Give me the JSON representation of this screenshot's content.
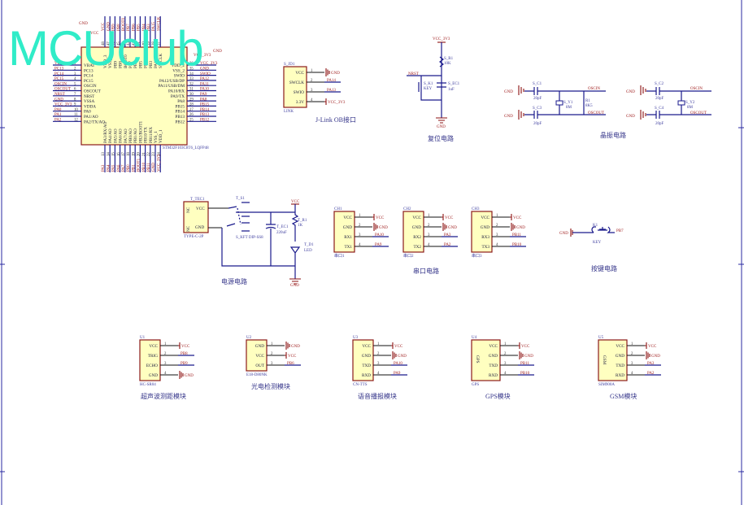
{
  "logo": "MCUclub",
  "mcu": {
    "part": "STM32F103C8T6_LQFP48",
    "left": [
      {
        "n": "1",
        "name": "VBAT",
        "net": "VBAT"
      },
      {
        "n": "2",
        "name": "PC13",
        "net": "PC13"
      },
      {
        "n": "3",
        "name": "PC14",
        "net": "PC14"
      },
      {
        "n": "4",
        "name": "PC15",
        "net": "PC15"
      },
      {
        "n": "5",
        "name": "OSCIN",
        "net": "OSCIN"
      },
      {
        "n": "6",
        "name": "OSCOUT",
        "net": "OSCOUT"
      },
      {
        "n": "7",
        "name": "NRST",
        "net": "NRST"
      },
      {
        "n": "8",
        "name": "VSSA",
        "net": "GND"
      },
      {
        "n": "9",
        "name": "VDDA",
        "net": "VCC_3V3"
      },
      {
        "n": "10",
        "name": "PA0",
        "net": "PA0"
      },
      {
        "n": "11",
        "name": "PA1/AO",
        "net": "PA1"
      },
      {
        "n": "12",
        "name": "PA2/TX/AO",
        "net": "PA2"
      }
    ],
    "right": [
      {
        "n": "36",
        "name": "VDD_2",
        "net": "VCC_3V3"
      },
      {
        "n": "35",
        "name": "VSS_2",
        "net": "GND"
      },
      {
        "n": "34",
        "name": "SWIO",
        "net": "SWIO"
      },
      {
        "n": "33",
        "name": "PA12/USB/DP",
        "net": "PA12"
      },
      {
        "n": "32",
        "name": "PA11/USB/DM",
        "net": "PA11"
      },
      {
        "n": "31",
        "name": "PA10/RX",
        "net": "PA10"
      },
      {
        "n": "30",
        "name": "PA9/TX",
        "net": "PA9"
      },
      {
        "n": "29",
        "name": "PA8",
        "net": "PA8"
      },
      {
        "n": "28",
        "name": "PB15",
        "net": "PB15"
      },
      {
        "n": "27",
        "name": "PB14",
        "net": "PB14"
      },
      {
        "n": "26",
        "name": "PB13",
        "net": "PB13"
      },
      {
        "n": "25",
        "name": "PB12",
        "net": "PB12"
      }
    ],
    "top": [
      {
        "n": "48",
        "name": "VDD_3",
        "net": "VCC"
      },
      {
        "n": "47",
        "name": "VSS_3",
        "net": "GND"
      },
      {
        "n": "46",
        "name": "PB9",
        "net": "PB9"
      },
      {
        "n": "45",
        "name": "PB8",
        "net": "PB8"
      },
      {
        "n": "44",
        "name": "BOOT0",
        "net": "BOOT0"
      },
      {
        "n": "43",
        "name": "PB7",
        "net": "PB7"
      },
      {
        "n": "42",
        "name": "PB6",
        "net": "PB6"
      },
      {
        "n": "41",
        "name": "PB5",
        "net": "PB5"
      },
      {
        "n": "40",
        "name": "PB4",
        "net": "PB4"
      },
      {
        "n": "39",
        "name": "PB3",
        "net": "PB3"
      },
      {
        "n": "38",
        "name": "PA15",
        "net": "PA15"
      },
      {
        "n": "37",
        "name": "SWCLK",
        "net": "SWCLK"
      }
    ],
    "bottom": [
      {
        "n": "13",
        "name": "PA3/RX/AO",
        "net": "PA3"
      },
      {
        "n": "14",
        "name": "PA4/AO",
        "net": "PA4"
      },
      {
        "n": "15",
        "name": "PA5/AO",
        "net": "PA5"
      },
      {
        "n": "16",
        "name": "PA6/AO",
        "net": "PA6"
      },
      {
        "n": "17",
        "name": "PA7/AO",
        "net": "PA7"
      },
      {
        "n": "18",
        "name": "PB0/AO",
        "net": "PB0"
      },
      {
        "n": "19",
        "name": "PB1/AO",
        "net": "PB1"
      },
      {
        "n": "20",
        "name": "PB2/BOOT1",
        "net": "BOOT1"
      },
      {
        "n": "21",
        "name": "PB10/TX",
        "net": "PB10"
      },
      {
        "n": "22",
        "name": "PB11/RX",
        "net": "PB11"
      },
      {
        "n": "23",
        "name": "VSS_1",
        "net": "GND"
      },
      {
        "n": "24",
        "name": "VDD_1",
        "net": "VCC_3V3"
      }
    ],
    "top_gnd": "GND",
    "top_vcc": "VCC",
    "right_gnd": "GND",
    "right_vcc": "VCC_3V3"
  },
  "modules": [
    {
      "id": "jlink",
      "ref": "S_JD1",
      "foot": "LINK",
      "caption": "J-Link OB接口",
      "pins": [
        {
          "n": "1",
          "name": "VCC",
          "net": "GND"
        },
        {
          "n": "2",
          "name": "SWCLK",
          "net": "PA14"
        },
        {
          "n": "3",
          "name": "SWIO",
          "net": "PA13"
        },
        {
          "n": "4",
          "name": "3.3V",
          "net": "VCC_3V3"
        }
      ]
    },
    {
      "id": "ch1",
      "ref": "CH1",
      "foot": "串口1",
      "caption": "",
      "pins": [
        {
          "n": "1",
          "name": "VCC",
          "net": "VCC"
        },
        {
          "n": "2",
          "name": "GND",
          "net": "GND"
        },
        {
          "n": "3",
          "name": "RX1",
          "net": "PA10"
        },
        {
          "n": "4",
          "name": "TX1",
          "net": "PA9"
        }
      ]
    },
    {
      "id": "ch2",
      "ref": "CH2",
      "foot": "串口2",
      "caption": "串口电路",
      "pins": [
        {
          "n": "1",
          "name": "VCC",
          "net": "VCC"
        },
        {
          "n": "2",
          "name": "GND",
          "net": "GND"
        },
        {
          "n": "3",
          "name": "RX2",
          "net": "PA3"
        },
        {
          "n": "4",
          "name": "TX2",
          "net": "PA2"
        }
      ]
    },
    {
      "id": "ch3",
      "ref": "CH3",
      "foot": "串口3",
      "caption": "",
      "pins": [
        {
          "n": "1",
          "name": "VCC",
          "net": "VCC"
        },
        {
          "n": "2",
          "name": "GND",
          "net": "GND"
        },
        {
          "n": "3",
          "name": "RX3",
          "net": "PB11"
        },
        {
          "n": "4",
          "name": "TX3",
          "net": "PB10"
        }
      ]
    },
    {
      "id": "u1",
      "ref": "U1",
      "foot": "HC-SR04",
      "caption": "超声波测距模块",
      "pins": [
        {
          "n": "1",
          "name": "VCC",
          "net": "VCC"
        },
        {
          "n": "2",
          "name": "TRIG",
          "net": "PB8"
        },
        {
          "n": "3",
          "name": "ECHO",
          "net": "PB9"
        },
        {
          "n": "4",
          "name": "GND",
          "net": "GND"
        }
      ]
    },
    {
      "id": "u2",
      "ref": "U2",
      "foot": "E18-D80NK",
      "caption": "光电检测模块",
      "pins": [
        {
          "n": "1",
          "name": "GND",
          "net": "GND"
        },
        {
          "n": "2",
          "name": "VCC",
          "net": "VCC"
        },
        {
          "n": "3",
          "name": "OUT",
          "net": "PB6"
        }
      ]
    },
    {
      "id": "u3",
      "ref": "U3",
      "foot": "CN-TTS",
      "caption": "语音播报模块",
      "pins": [
        {
          "n": "1",
          "name": "VCC",
          "net": "VCC"
        },
        {
          "n": "2",
          "name": "GND",
          "net": "GND"
        },
        {
          "n": "3",
          "name": "TXD",
          "net": "PA10"
        },
        {
          "n": "4",
          "name": "RXD",
          "net": "PA9"
        }
      ]
    },
    {
      "id": "u4",
      "ref": "U4",
      "foot": "GPS",
      "inner": "GPS",
      "caption": "GPS模块",
      "pins": [
        {
          "n": "1",
          "name": "VCC",
          "net": "VCC"
        },
        {
          "n": "2",
          "name": "GND",
          "net": "GND"
        },
        {
          "n": "3",
          "name": "TXD",
          "net": "PB11"
        },
        {
          "n": "4",
          "name": "RXD",
          "net": "PB10"
        }
      ]
    },
    {
      "id": "u5",
      "ref": "U5",
      "foot": "SIM900A",
      "inner": "GSM",
      "caption": "GSM模块",
      "pins": [
        {
          "n": "1",
          "name": "VCC",
          "net": "VCC"
        },
        {
          "n": "2",
          "name": "GND",
          "net": "GND"
        },
        {
          "n": "3",
          "name": "TXD",
          "net": "PA3"
        },
        {
          "n": "4",
          "name": "RXD",
          "net": "PA2"
        }
      ]
    }
  ],
  "reset": {
    "vcc": "VCC_3V3",
    "r_ref": "S_R1",
    "r_val": "10K",
    "net": "NRST",
    "k_ref": "S_K1",
    "k_val": "KEY",
    "c_ref": "S_EC1",
    "c_val": "1uF",
    "gnd": "GND",
    "caption": "复位电路"
  },
  "crystal": {
    "gnd": "GND",
    "c1": "S_C1",
    "c3": "S_C3",
    "c2": "S_C2",
    "c4": "S_C4",
    "cval": "20pF",
    "y1": "S_Y1",
    "y2": "S_Y2",
    "yval": "8M",
    "r1": "R1",
    "r1val": "8K5",
    "oscin": "OSCIN",
    "oscout": "OSCOUT",
    "caption": "晶振电路"
  },
  "power": {
    "ref": "T_TEC1",
    "foot": "TYPE-C-2P",
    "vcc_pin": "VCC",
    "gnd_pin": "GND",
    "nc": "NC",
    "sw_ref": "T_S1",
    "sw_foot": "S_KFT DIP-SS8",
    "c_ref": "T_EC1",
    "c_val": "220uF",
    "r_ref": "T_R1",
    "r_val": "1K",
    "led_ref": "T_D1",
    "led_val": "LED",
    "vcc": "VCC",
    "gnd": "GND",
    "caption": "电源电路"
  },
  "key": {
    "ref": "K1",
    "val": "KEY",
    "gnd": "GND",
    "net": "PB7",
    "caption": "按键电路"
  }
}
